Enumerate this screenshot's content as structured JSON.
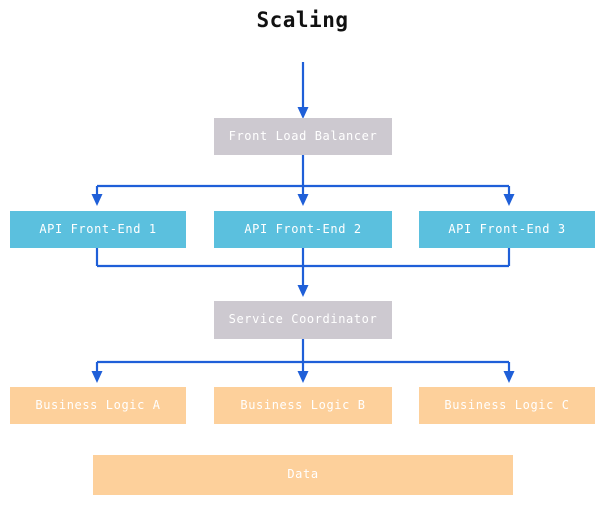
{
  "diagram": {
    "title": "Scaling",
    "type": "flowchart",
    "background_color": "#ffffff",
    "edge_color": "#1f5fd8",
    "palette": {
      "gray": "#cdc9d0",
      "blue": "#5bc0de",
      "orange": "#fdd09b",
      "node_text": "#ffffff",
      "title_text": "#111111"
    },
    "tiers": [
      {
        "name": "entry",
        "nodes": [
          {
            "id": "front-load-balancer",
            "label": "Front Load Balancer",
            "color": "gray"
          }
        ]
      },
      {
        "name": "api-layer",
        "nodes": [
          {
            "id": "api-front-end-1",
            "label": "API Front-End 1",
            "color": "blue"
          },
          {
            "id": "api-front-end-2",
            "label": "API Front-End 2",
            "color": "blue"
          },
          {
            "id": "api-front-end-3",
            "label": "API Front-End 3",
            "color": "blue"
          }
        ]
      },
      {
        "name": "coordination",
        "nodes": [
          {
            "id": "service-coordinator",
            "label": "Service Coordinator",
            "color": "gray"
          }
        ]
      },
      {
        "name": "business-layer",
        "nodes": [
          {
            "id": "business-logic-a",
            "label": "Business Logic A",
            "color": "orange"
          },
          {
            "id": "business-logic-b",
            "label": "Business Logic B",
            "color": "orange"
          },
          {
            "id": "business-logic-c",
            "label": "Business Logic C",
            "color": "orange"
          }
        ]
      },
      {
        "name": "storage",
        "nodes": [
          {
            "id": "data",
            "label": "Data",
            "color": "orange"
          }
        ]
      }
    ],
    "edges": [
      {
        "from": "external-traffic",
        "to": "front-load-balancer"
      },
      {
        "from": "front-load-balancer",
        "to": "api-front-end-1"
      },
      {
        "from": "front-load-balancer",
        "to": "api-front-end-2"
      },
      {
        "from": "front-load-balancer",
        "to": "api-front-end-3"
      },
      {
        "from": "api-front-end-1",
        "to": "service-coordinator"
      },
      {
        "from": "api-front-end-2",
        "to": "service-coordinator"
      },
      {
        "from": "api-front-end-3",
        "to": "service-coordinator"
      },
      {
        "from": "service-coordinator",
        "to": "business-logic-a"
      },
      {
        "from": "service-coordinator",
        "to": "business-logic-b"
      },
      {
        "from": "service-coordinator",
        "to": "business-logic-c"
      }
    ]
  }
}
